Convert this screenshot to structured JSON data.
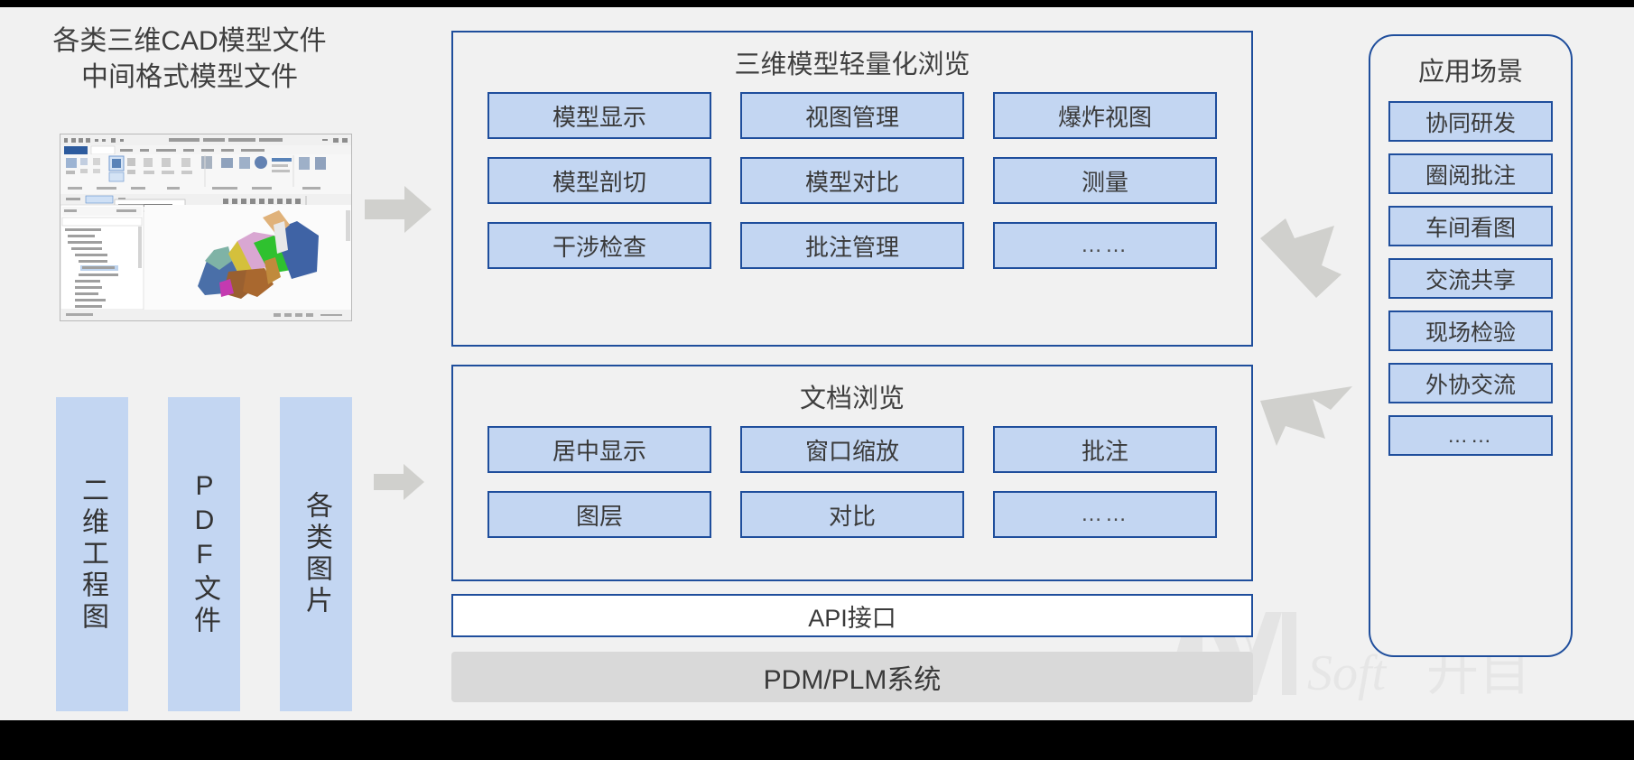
{
  "sources": {
    "title_lines": [
      "各类三维CAD模型文件",
      "中间格式模型文件"
    ],
    "columns": [
      {
        "label": "二维工程图"
      },
      {
        "label": "PDF文件"
      },
      {
        "label": "各类图片"
      }
    ]
  },
  "panels": [
    {
      "title": "三维模型轻量化浏览",
      "items": [
        "模型显示",
        "视图管理",
        "爆炸视图",
        "模型剖切",
        "模型对比",
        "测量",
        "干涉检查",
        "批注管理",
        "……"
      ]
    },
    {
      "title": "文档浏览",
      "items": [
        "居中显示",
        "窗口缩放",
        "批注",
        "图层",
        "对比",
        "……"
      ]
    }
  ],
  "bars": {
    "api_label": "API接口",
    "pdm_label": "PDM/PLM系统"
  },
  "scenarios": {
    "title": "应用场景",
    "items": [
      "协同研发",
      "圈阅批注",
      "车间看图",
      "交流共享",
      "现场检验",
      "外协交流",
      "……"
    ]
  },
  "watermark": {
    "brand": "KM",
    "sub": "Soft 开目"
  },
  "colors": {
    "panel_border": "#1f4e9c",
    "cell_fill": "#c3d6f2",
    "arrow_gray": "#d0d0cd",
    "page_bg": "#f1f1f1",
    "pdm_fill": "#d9d9d9"
  }
}
